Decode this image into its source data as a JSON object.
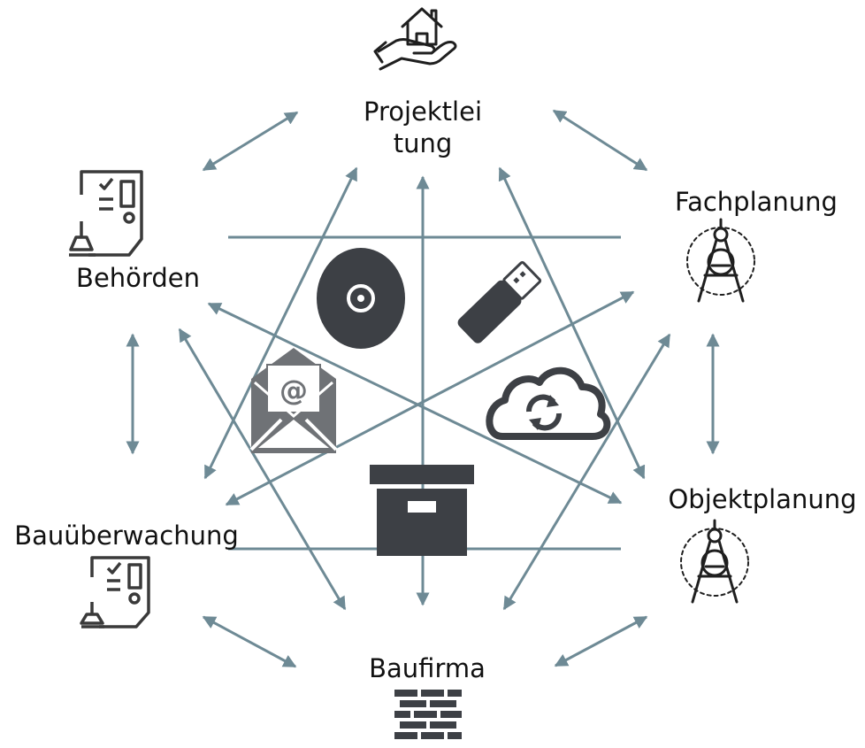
{
  "diagram": {
    "nodes": [
      {
        "id": "projektleitung",
        "label_line1": "Projektlei",
        "label_line2": "tung",
        "icon": "house-in-hand-icon"
      },
      {
        "id": "fachplanung",
        "label": "Fachplanung",
        "icon": "compass-drafting-icon"
      },
      {
        "id": "objektplanung",
        "label": "Objektplanung",
        "icon": "compass-drafting-icon"
      },
      {
        "id": "baufirma",
        "label": "Baufirma",
        "icon": "brick-wall-icon"
      },
      {
        "id": "bauueberwachung",
        "label": "Bauüberwachung",
        "icon": "stamped-document-icon"
      },
      {
        "id": "behoerden",
        "label": "Behörden",
        "icon": "stamped-document-icon"
      }
    ],
    "center_icons": [
      "cd-disc-icon",
      "usb-stick-icon",
      "email-envelope-icon",
      "cloud-sync-icon",
      "archive-box-icon"
    ],
    "colors": {
      "arrow": "#6e8a95",
      "icon_dark": "#3d4045",
      "icon_mid": "#6f7276",
      "text": "#111111"
    }
  }
}
